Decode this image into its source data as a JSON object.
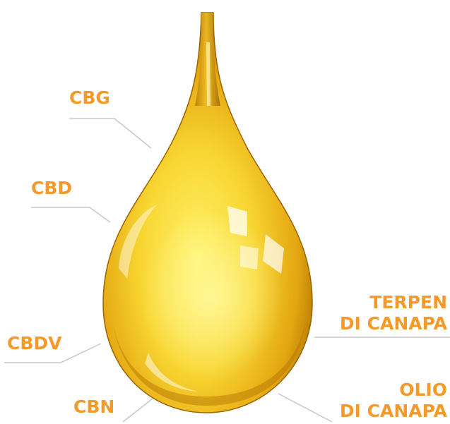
{
  "labels": {
    "cbg": "CBG",
    "cbd": "CBD",
    "cbdv": "CBDV",
    "cbn": "CBN",
    "terpen_line1": "TERPEN",
    "terpen_line2": "DI CANAPA",
    "olio_line1": "OLIO",
    "olio_line2": "DI CANAPA"
  },
  "colors": {
    "label": "#f39a2b",
    "leader_line": "#c8c8c8",
    "oil_light": "#fff36a",
    "oil_mid": "#f5c21a",
    "oil_dark": "#b07400"
  }
}
